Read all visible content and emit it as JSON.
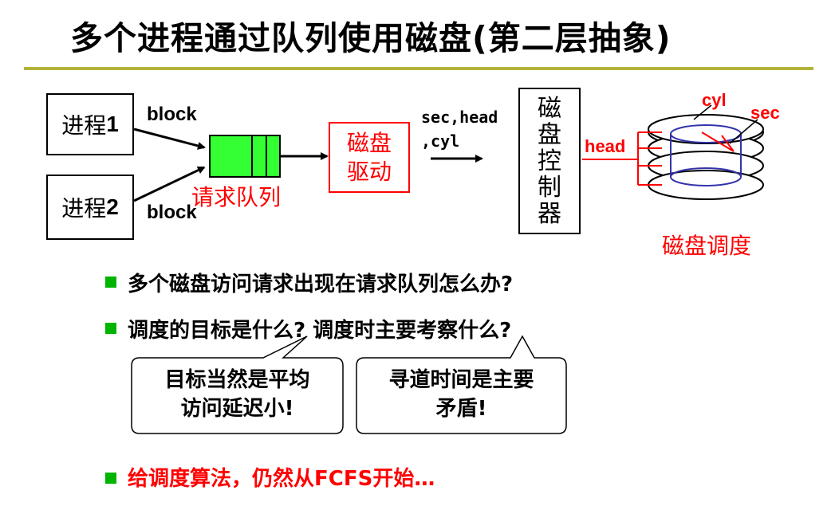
{
  "title": "多个进程通过队列使用磁盘(第二层抽象)",
  "diagram": {
    "process1": {
      "label": "进程",
      "num": "1"
    },
    "process2": {
      "label": "进程",
      "num": "2"
    },
    "block_top": "block",
    "block_bottom": "block",
    "queue_label": "请求队列",
    "driver_line1": "磁盘",
    "driver_line2": "驱动",
    "params_line1": "sec,head",
    "params_line2": ",cyl",
    "controller_chars": [
      "磁",
      "盘",
      "控",
      "制",
      "器"
    ],
    "disk_labels": {
      "cyl": "cyl",
      "sec": "sec",
      "head": "head"
    },
    "disk_caption": "磁盘调度"
  },
  "bullets": [
    "多个磁盘访问请求出现在请求队列怎么办?",
    "调度的目标是什么? 调度时主要考察什么?",
    "给调度算法，仍然从FCFS开始…"
  ],
  "callouts": {
    "left_line1": "目标当然是平均",
    "left_line2": "访问延迟小!",
    "right_line1": "寻道时间是主要",
    "right_line2": "矛盾!"
  },
  "colors": {
    "accent_red": "#ff0000",
    "queue_green": "#33ff33",
    "bullet_green": "#00b400",
    "rule_olive": "#b3b33c",
    "disk_blue": "#3333aa"
  }
}
